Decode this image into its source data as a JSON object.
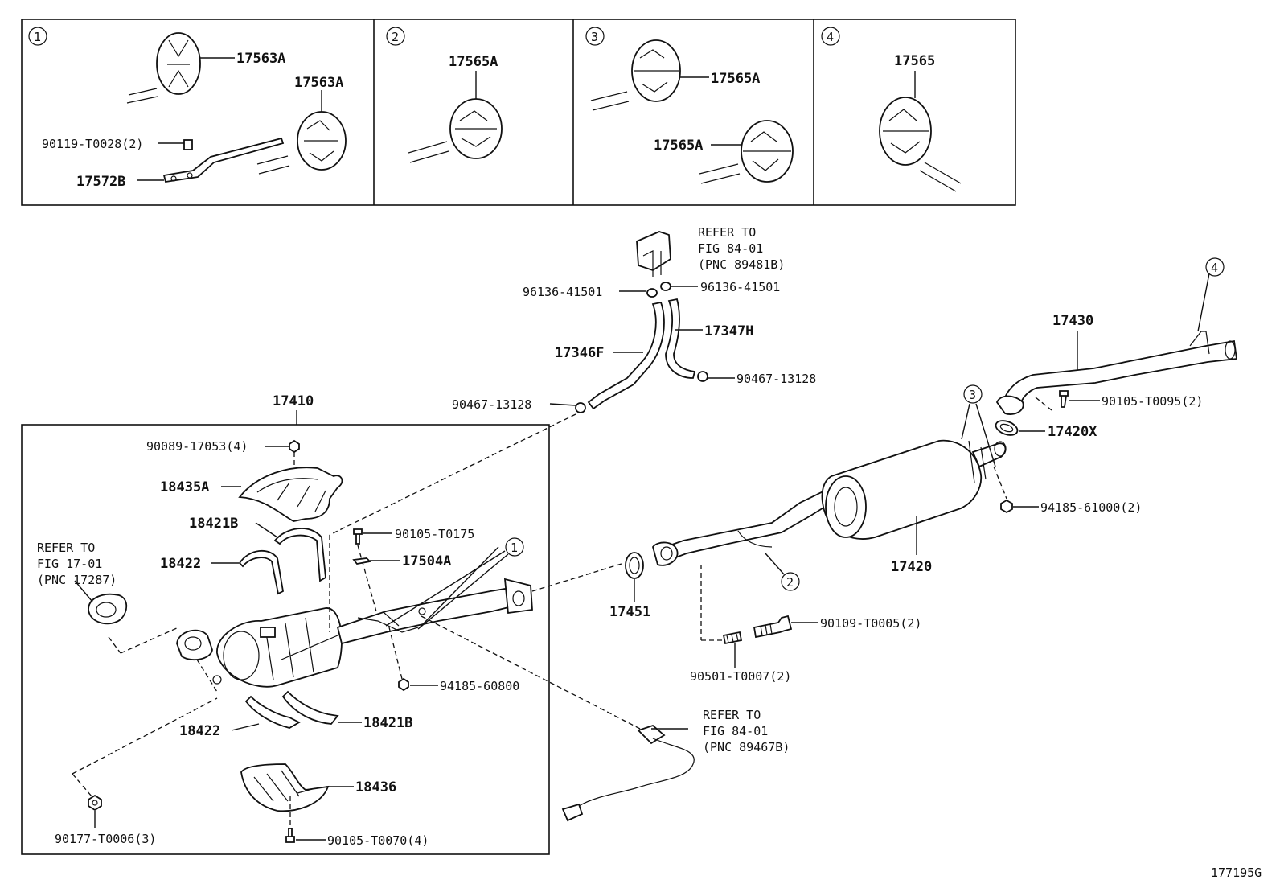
{
  "insets": [
    {
      "marker": "1",
      "labels": [
        "17563A",
        "17563A",
        "90119-T0028(2)",
        "17572B"
      ]
    },
    {
      "marker": "2",
      "labels": [
        "17565A"
      ]
    },
    {
      "marker": "3",
      "labels": [
        "17565A",
        "17565A"
      ]
    },
    {
      "marker": "4",
      "labels": [
        "17565"
      ]
    }
  ],
  "group_label": "17410",
  "parts": {
    "p90089": "90089-17053(4)",
    "p18435A": "18435A",
    "p18421B_top": "18421B",
    "p18422_top": "18422",
    "p90105_T0175": "90105-T0175",
    "p17504A": "17504A",
    "p94185_60800": "94185-60800",
    "p18422_bot": "18422",
    "p18421B_bot": "18421B",
    "p18436": "18436",
    "p90177": "90177-T0006(3)",
    "p90105_T0070": "90105-T0070(4)",
    "p96136_left": "96136-41501",
    "p96136_right": "96136-41501",
    "p17347H": "17347H",
    "p17346F": "17346F",
    "p90467_right": "90467-13128",
    "p90467_left": "90467-13128",
    "p17451": "17451",
    "p90109": "90109-T0005(2)",
    "p90501": "90501-T0007(2)",
    "p17420": "17420",
    "p94185_61000": "94185-61000(2)",
    "p17420X": "17420X",
    "p90105_T0095": "90105-T0095(2)",
    "p17430": "17430"
  },
  "refs": {
    "ref_17287": [
      "REFER TO",
      "FIG 17-01",
      "(PNC 17287)"
    ],
    "ref_89481B": [
      "REFER TO",
      "FIG 84-01",
      "(PNC 89481B)"
    ],
    "ref_89467B": [
      "REFER TO",
      "FIG 84-01",
      "(PNC 89467B)"
    ]
  },
  "callouts": {
    "c1": "1",
    "c2": "2",
    "c3": "3",
    "c4": "4"
  },
  "figure_id": "177195G"
}
